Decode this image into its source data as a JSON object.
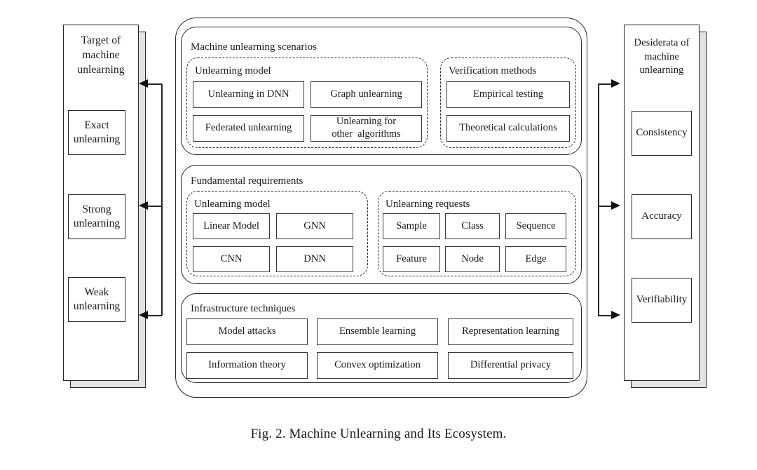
{
  "figure": {
    "caption": "Fig. 2.  Machine Unlearning and Its Ecosystem.",
    "background_color": "#ffffff",
    "line_color": "#262626",
    "shadow_color": "#e3e3e3"
  },
  "left_panel": {
    "title": "Target of\nmachine\nunlearning",
    "title_line1": "Target of",
    "title_line2": "machine",
    "title_line3": "unlearning",
    "items": [
      {
        "line1": "Exact",
        "line2": "unlearning"
      },
      {
        "line1": "Strong",
        "line2": "unlearning"
      },
      {
        "line1": "Weak",
        "line2": "unlearning"
      }
    ]
  },
  "right_panel": {
    "title_line1": "Desiderata of",
    "title_line2": "machine",
    "title_line3": "unlearning",
    "items": [
      {
        "label": "Consistency"
      },
      {
        "label": "Accuracy"
      },
      {
        "label": "Verifiability"
      }
    ]
  },
  "center": {
    "groups": [
      {
        "title": "Machine unlearning scenarios",
        "subgroups": [
          {
            "title": "Unlearning model",
            "leaves": [
              {
                "line1": "Unlearning in DNN",
                "line2": ""
              },
              {
                "line1": "Graph unlearning",
                "line2": ""
              },
              {
                "line1": "Federated unlearning",
                "line2": ""
              },
              {
                "line1": "Unlearning for",
                "line2": "other  algorithms"
              }
            ]
          },
          {
            "title": "Verification methods",
            "leaves": [
              {
                "line1": "Empirical testing",
                "line2": ""
              },
              {
                "line1": "Theoretical calculations",
                "line2": ""
              }
            ]
          }
        ]
      },
      {
        "title": "Fundamental requirements",
        "subgroups": [
          {
            "title": "Unlearning model",
            "leaves": [
              {
                "line1": "Linear Model",
                "line2": ""
              },
              {
                "line1": "GNN",
                "line2": ""
              },
              {
                "line1": "CNN",
                "line2": ""
              },
              {
                "line1": "DNN",
                "line2": ""
              }
            ]
          },
          {
            "title": "Unlearning requests",
            "leaves": [
              {
                "line1": "Sample",
                "line2": ""
              },
              {
                "line1": "Class",
                "line2": ""
              },
              {
                "line1": "Sequence",
                "line2": ""
              },
              {
                "line1": "Feature",
                "line2": ""
              },
              {
                "line1": "Node",
                "line2": ""
              },
              {
                "line1": "Edge",
                "line2": ""
              }
            ]
          }
        ]
      },
      {
        "title": "Infrastructure techniques",
        "subgroups": [],
        "leaves": [
          {
            "line1": "Model attacks",
            "line2": ""
          },
          {
            "line1": "Ensemble learning",
            "line2": ""
          },
          {
            "line1": "Representation learning",
            "line2": ""
          },
          {
            "line1": "Information theory",
            "line2": ""
          },
          {
            "line1": "Convex optimization",
            "line2": ""
          },
          {
            "line1": "Differential privacy",
            "line2": ""
          }
        ]
      }
    ]
  },
  "connectors": {
    "left_arrows": 3,
    "right_arrows": 3,
    "left_direction": "left",
    "right_direction": "right"
  }
}
